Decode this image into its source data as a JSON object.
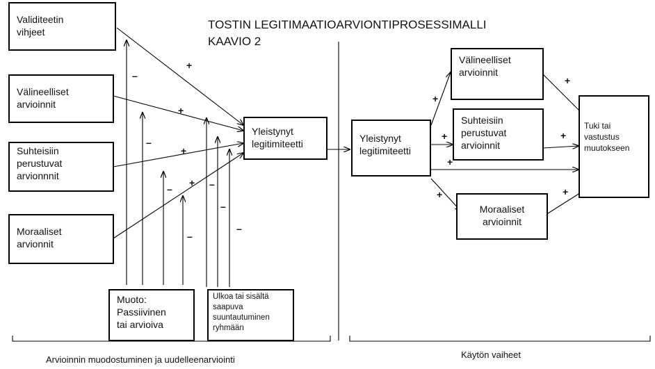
{
  "title": "TOSTIN LEGITIMAATIOARVIONTIPROSESSIMALLI\nKAAVIO 2",
  "boxes": {
    "validiteetin": "Validiteetin\nvihjeet",
    "valineelliset_left": "Välineelliset\narvioinnit",
    "suhteisiin_left": "Suhteisiin\nperustuvat\narvionnnit",
    "moraaliset_left": "Moraaliset\narvionnit",
    "yleistynyt_mid": "Yleistynyt\nlegitimiteetti",
    "muoto": "Muoto:\nPassiivinen\ntai arvioiva",
    "ulkoa": "Ulkoa tai sisältä\nsaapuva\nsuuntautuminen\nryhmään",
    "yleistynyt_right": "Yleistynyt\nlegitimiteetti",
    "valineelliset_right": "Välineelliset\narvioinnit",
    "suhteisiin_right": "Suhteisiin\nperustuvat\narvioinnit",
    "moraaliset_right": "Moraaliset\narvioinnit",
    "tuki": "Tuki tai\nvastustus\nmuutokseen"
  },
  "signs": {
    "plus": "+",
    "minus": "–"
  },
  "captions": {
    "left": "Arvioinnin muodostuminen ja uudelleenarviointi",
    "right": "Käytön vaiheet"
  }
}
